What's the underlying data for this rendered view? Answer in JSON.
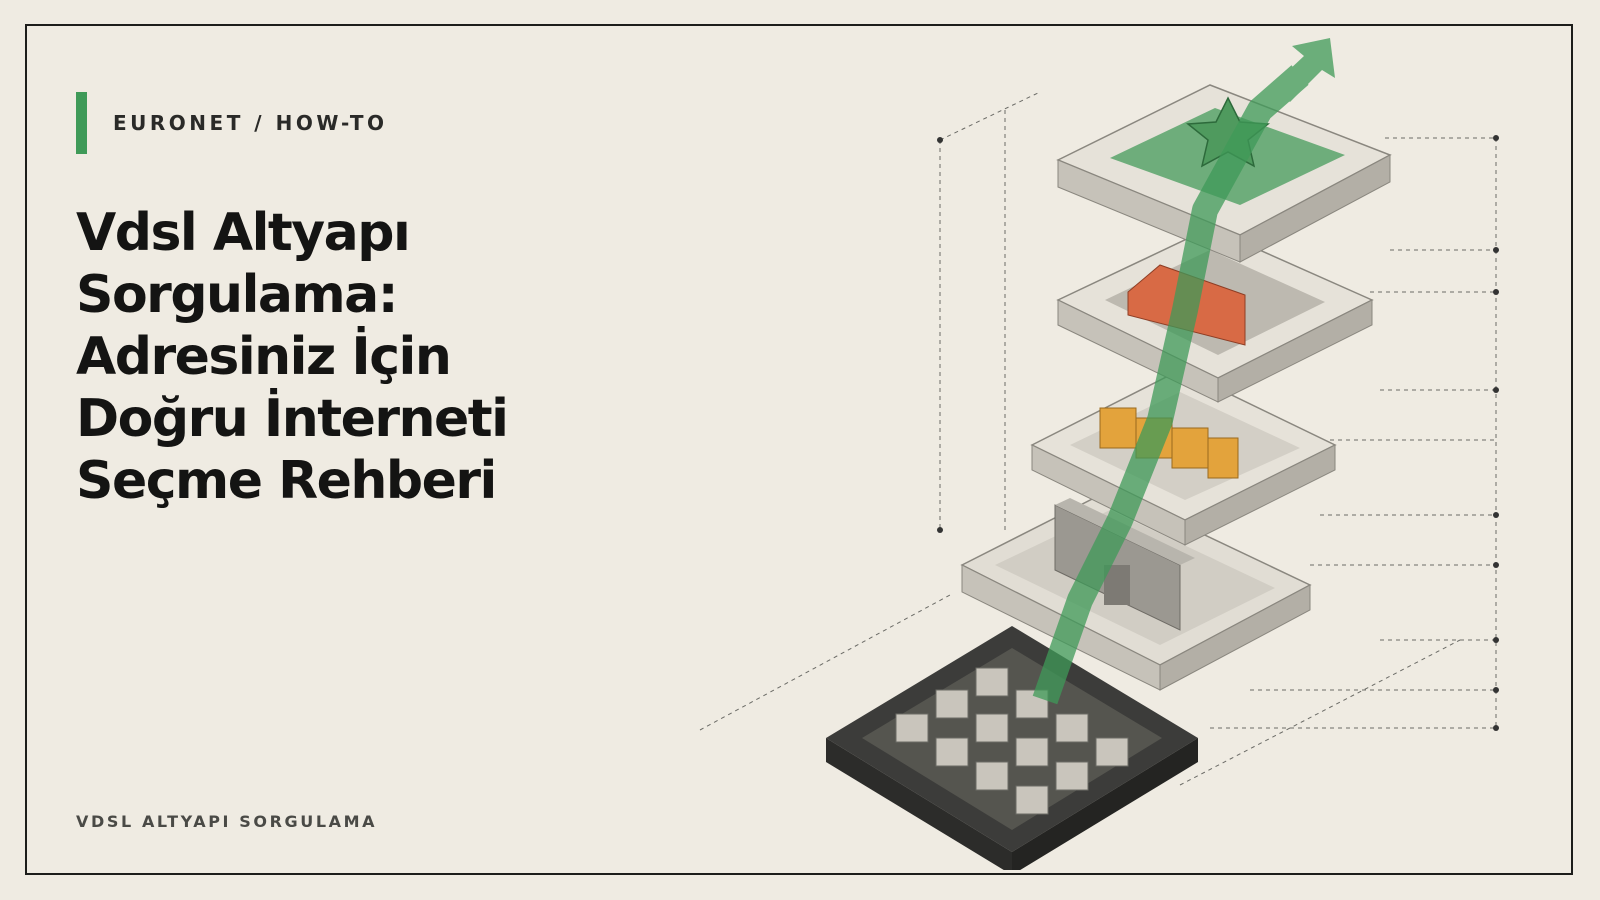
{
  "header": {
    "kicker": "EURONET / HOW-TO"
  },
  "title_lines": [
    "Vdsl Altyapı",
    "Sorgulama:",
    "Adresiniz İçin",
    "Doğru İnterneti",
    "Seçme Rehberi"
  ],
  "footer": {
    "label": "VDSL ALTYAPI SORGULAMA"
  },
  "colors": {
    "background": "#efebe2",
    "accent": "#3f9a58",
    "text": "#141413",
    "concrete": "#d9d5cc",
    "dark_base": "#4a4a47",
    "red_block": "#d86a45",
    "orange_blocks": "#e3a33c"
  },
  "illustration": {
    "description_icon": "layered-infrastructure-stack-icon",
    "layers": [
      "base-grid-layer",
      "gate-layer",
      "orange-blocks-layer",
      "red-block-layer",
      "star-layer"
    ]
  }
}
